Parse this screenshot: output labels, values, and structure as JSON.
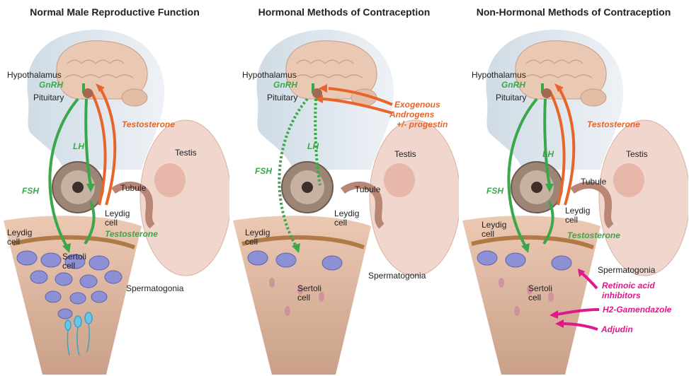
{
  "panels": [
    {
      "title": "Normal Male Reproductive Function",
      "labels": {
        "hypothalamus": "Hypothalamus",
        "gnrh": "GnRH",
        "pituitary": "Pituitary",
        "testosterone_top": "Testosterone",
        "lh": "LH",
        "fsh": "FSH",
        "testis": "Testis",
        "tubule": "Tubule",
        "leydig_cell_right": "Leydig cell",
        "leydig_cell_left": "Leydig cell",
        "testosterone_bottom": "Testosterone",
        "sertoli_cell": "Sertoli cell",
        "spermatogonia": "Spermatogonia"
      }
    },
    {
      "title": "Hormonal Methods of Contraception",
      "labels": {
        "hypothalamus": "Hypothalamus",
        "gnrh": "GnRH",
        "pituitary": "Pituitary",
        "exogenous": "Exogenous",
        "androgens": "Androgens",
        "progestin": "+/- progestin",
        "lh": "LH",
        "fsh": "FSH",
        "testis": "Testis",
        "tubule": "Tubule",
        "leydig_cell_right": "Leydig cell",
        "leydig_cell_left": "Leydig cell",
        "sertoli_cell": "Sertoli cell",
        "spermatogonia": "Spermatogonia"
      }
    },
    {
      "title": "Non-Hormonal Methods of Contraception",
      "labels": {
        "hypothalamus": "Hypothalamus",
        "gnrh": "GnRH",
        "pituitary": "Pituitary",
        "testosterone_top": "Testosterone",
        "lh": "LH",
        "fsh": "FSH",
        "testis": "Testis",
        "tubule": "Tubule",
        "leydig_cell_right": "Leydig cell",
        "leydig_cell_left": "Leydig cell",
        "testosterone_bottom": "Testosterone",
        "spermatogonia": "Spermatogonia",
        "sertoli_cell": "Sertoli cell",
        "retinoic_1": "Retinoic acid",
        "retinoic_2": "inhibitors",
        "h2_gamendazole": "H2-Gamendazole",
        "adjudin": "Adjudin"
      }
    }
  ],
  "colors": {
    "green_arrow": "#3aa84a",
    "orange_arrow": "#e7652a",
    "magenta_arrow": "#e0188c",
    "head": "#d7e1ea",
    "brain": "#e9c9b4",
    "testis": "#f0d6cc",
    "tissue": "#e6c0a8",
    "cell": "#8d90d4"
  }
}
